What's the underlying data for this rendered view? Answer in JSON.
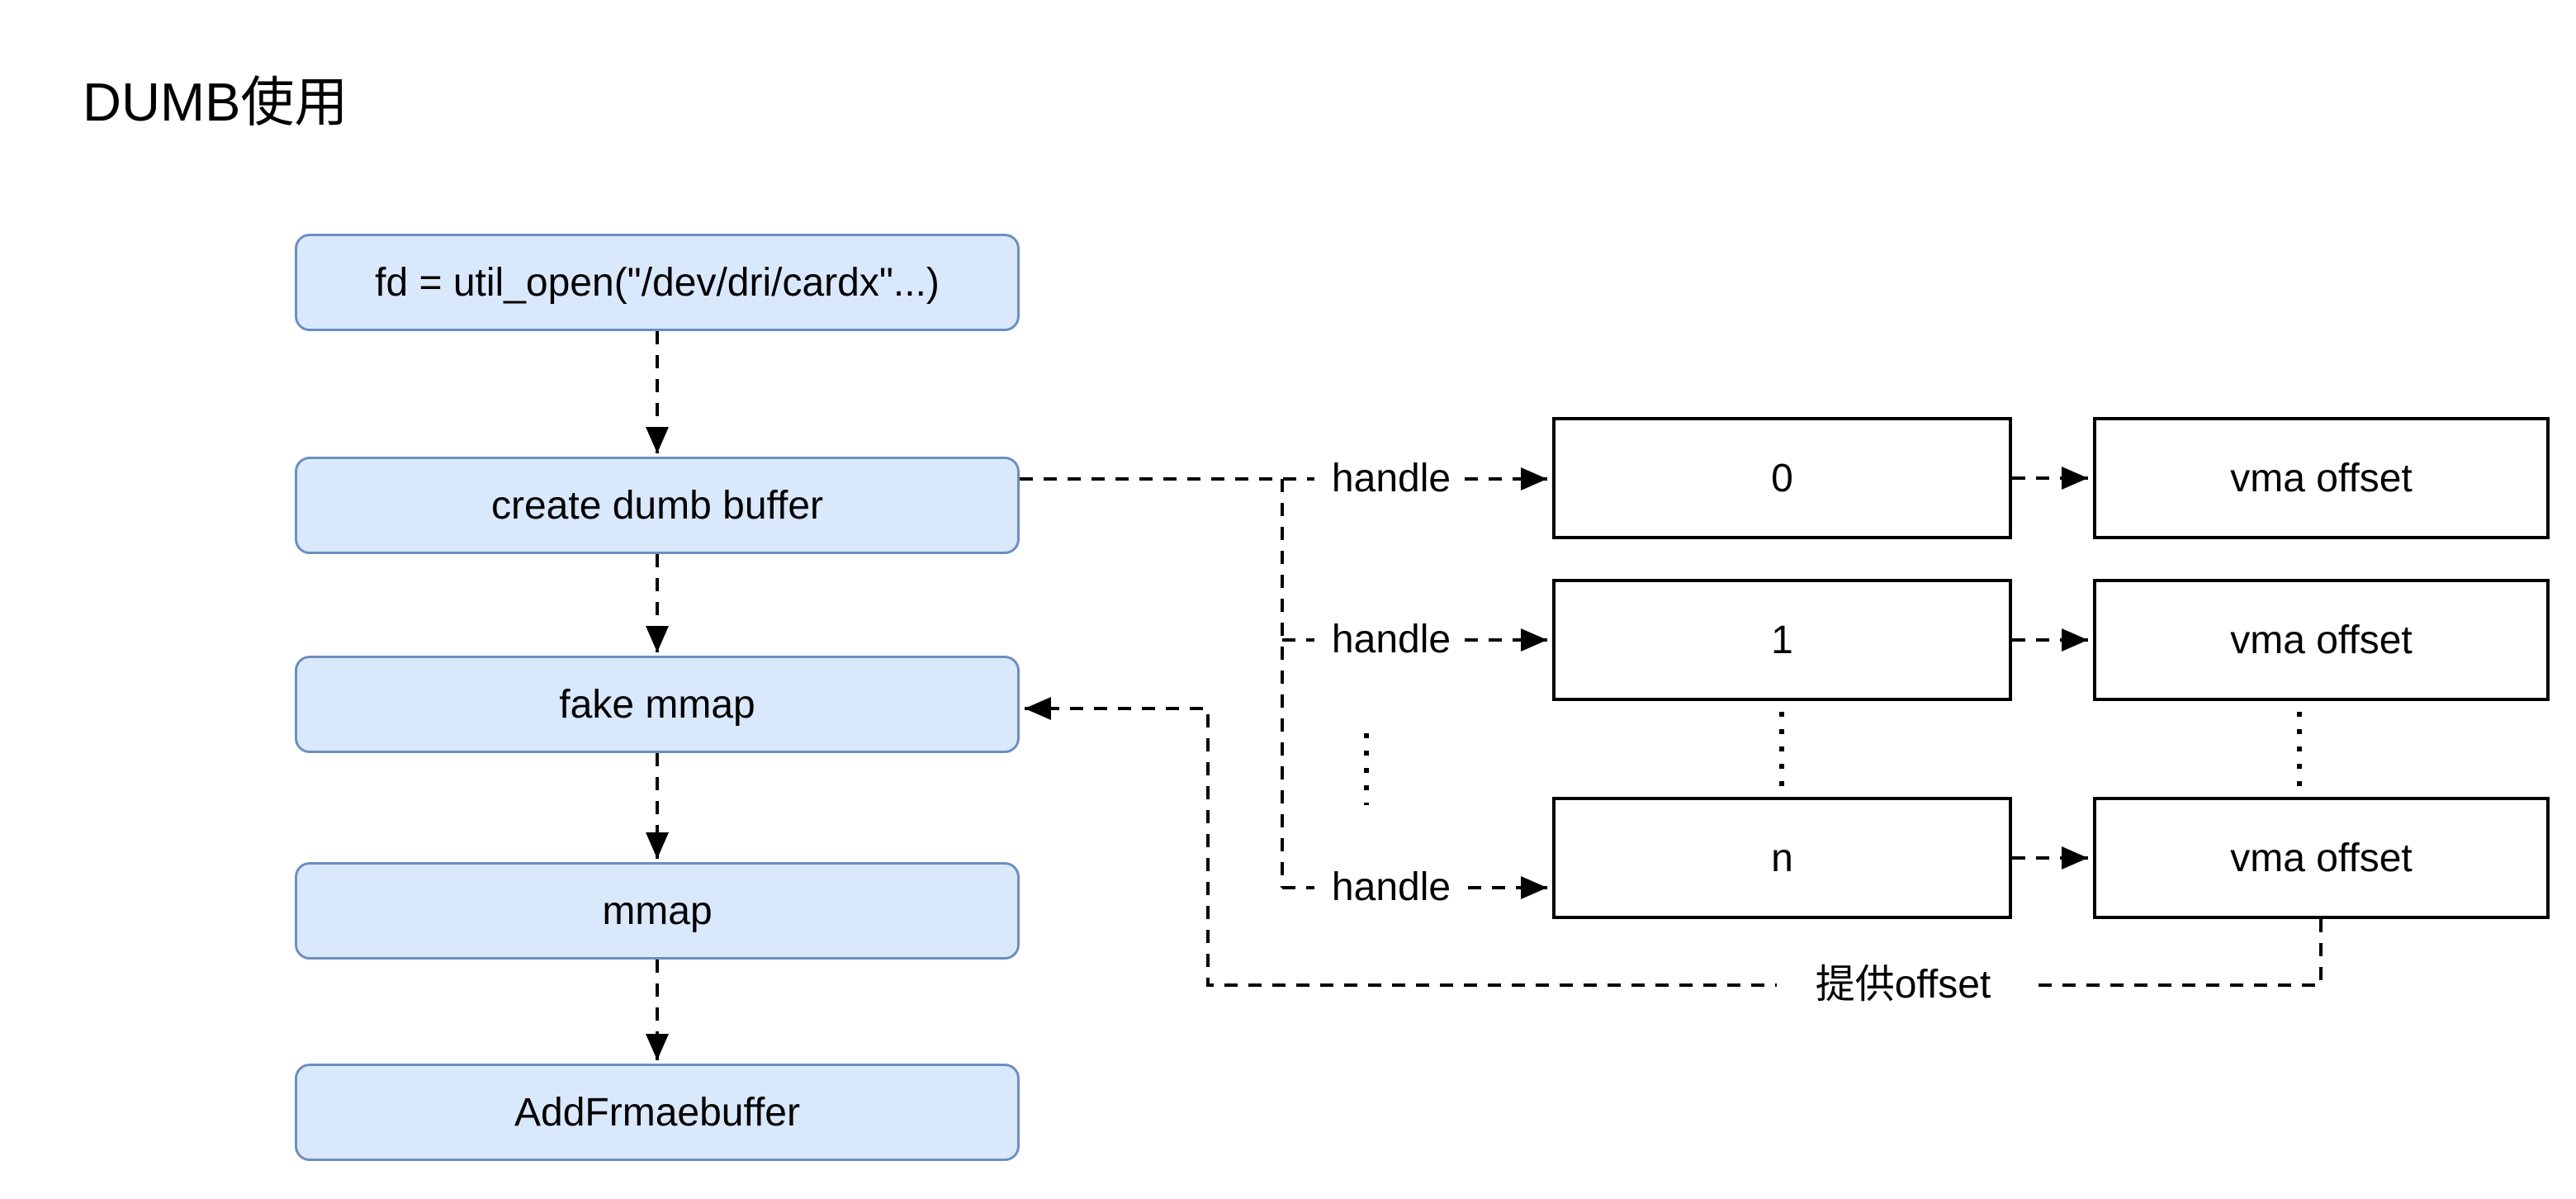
{
  "title": "DUMB使用",
  "colors": {
    "background": "#ffffff",
    "flow_node_fill": "#dae8fc",
    "flow_node_border": "#6c8ebf",
    "line": "#000000",
    "rect_border": "#000000",
    "text": "#000000"
  },
  "flow": {
    "nodes": [
      {
        "label": "fd = util_open(\"/dev/dri/cardx\"...)"
      },
      {
        "label": "create dumb buffer"
      },
      {
        "label": "fake mmap"
      },
      {
        "label": "mmap"
      },
      {
        "label": "AddFrmaebuffer"
      }
    ]
  },
  "handle_map": {
    "rows": [
      {
        "edge_label": "handle",
        "handle_value": "0",
        "offset_label": "vma offset"
      },
      {
        "edge_label": "handle",
        "handle_value": "1",
        "offset_label": "vma offset"
      },
      {
        "edge_label": "handle",
        "handle_value": "n",
        "offset_label": "vma offset"
      }
    ]
  },
  "annotations": {
    "provide_offset": "提供offset"
  }
}
